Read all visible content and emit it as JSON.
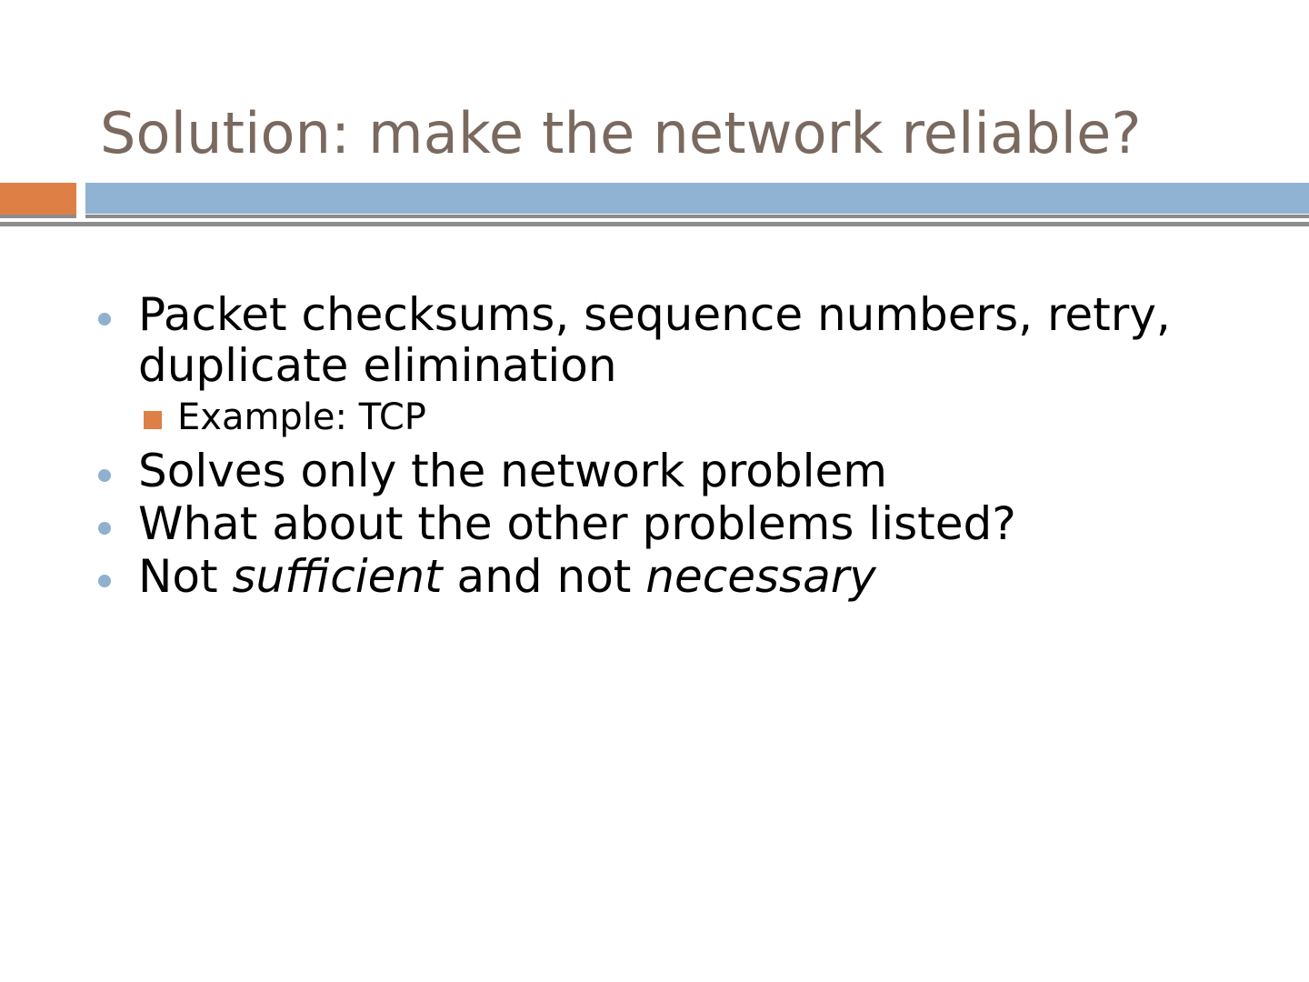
{
  "slide": {
    "title": "Solution: make the network reliable?",
    "theme": {
      "title_color": "#7a695e",
      "accent_orange": "#de7f46",
      "accent_blue": "#90b2d3",
      "rule_gray": "#8c8c8c",
      "bullet_dot_color": "#8fb0cf",
      "body_text_color": "#000000",
      "background": "#ffffff"
    },
    "bullets": [
      {
        "level": 1,
        "marker": "dot-bullet-icon",
        "text": "Packet checksums, sequence numbers, retry, duplicate elimination"
      },
      {
        "level": 2,
        "marker": "square-bullet-icon",
        "text": "Example: TCP"
      },
      {
        "level": 1,
        "marker": "dot-bullet-icon",
        "text": "Solves only the network problem"
      },
      {
        "level": 1,
        "marker": "dot-bullet-icon",
        "text": "What about the other problems listed?"
      },
      {
        "level": 1,
        "marker": "dot-bullet-icon",
        "text": "Not sufficient and not necessary",
        "runs": [
          {
            "text": "Not ",
            "italic": false
          },
          {
            "text": "sufficient",
            "italic": true
          },
          {
            "text": " and not ",
            "italic": false
          },
          {
            "text": "necessary",
            "italic": true
          }
        ]
      }
    ]
  }
}
